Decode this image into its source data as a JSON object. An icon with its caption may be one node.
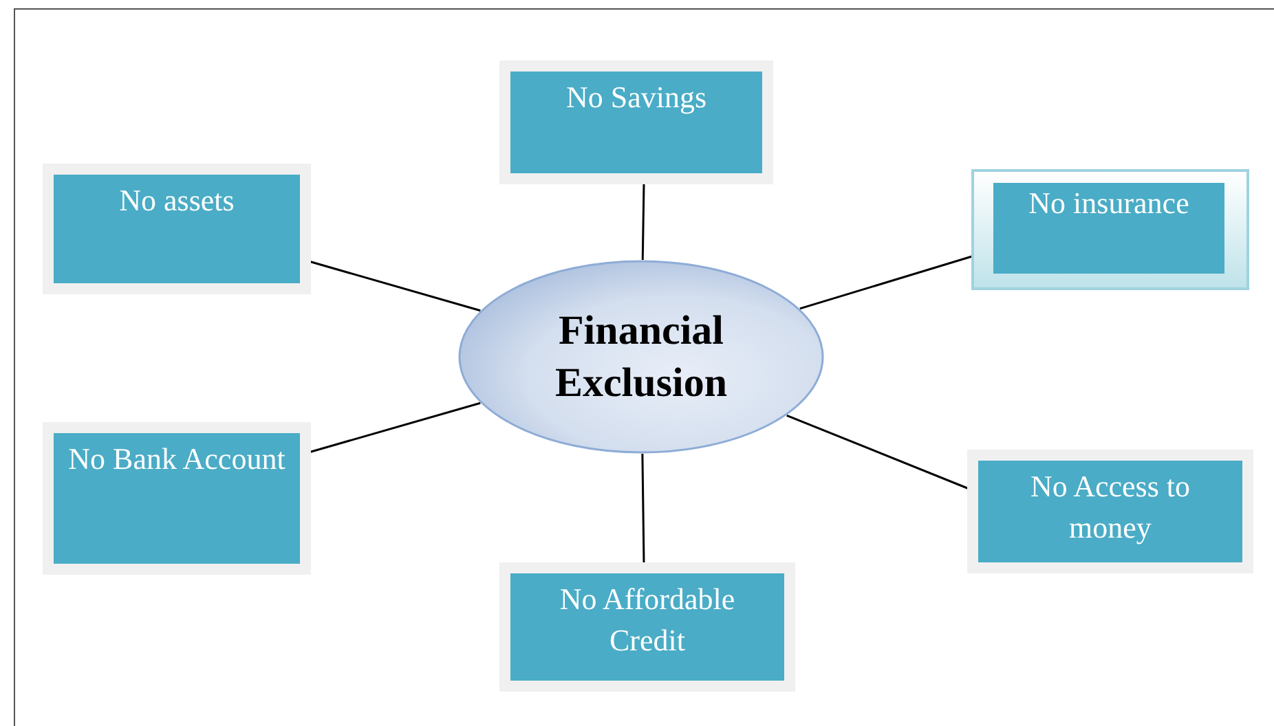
{
  "diagram": {
    "nodes": [
      {
        "text": [
          "No Savings"
        ]
      },
      {
        "text": [
          "No assets"
        ]
      },
      {
        "text": [
          "No insurance"
        ]
      },
      {
        "text": [
          "Financial Exclusion"
        ]
      },
      {
        "text": [
          "No Bank Account"
        ]
      },
      {
        "text": [
          "No Access to money"
        ]
      },
      {
        "text": [
          "No Affordable Credit"
        ]
      }
    ],
    "edges": [
      {
        "from": 3,
        "to": 0,
        "arrow": "none"
      },
      {
        "from": 3,
        "to": 1,
        "arrow": "none"
      },
      {
        "from": 3,
        "to": 2,
        "arrow": "none"
      },
      {
        "from": 3,
        "to": 4,
        "arrow": "none"
      },
      {
        "from": 3,
        "to": 5,
        "arrow": "none"
      },
      {
        "from": 3,
        "to": 6,
        "arrow": "none"
      }
    ]
  }
}
